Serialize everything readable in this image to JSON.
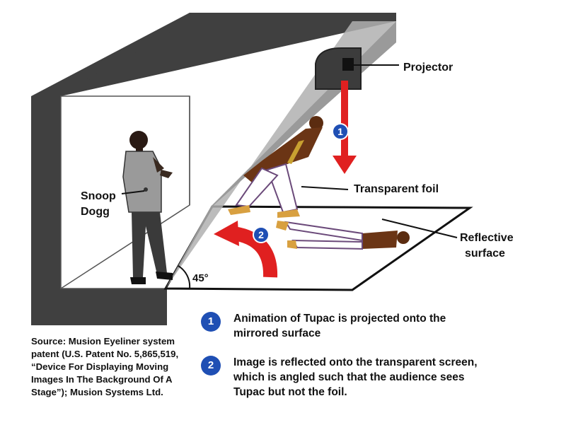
{
  "labels": {
    "projector": "Projector",
    "transparent_foil": "Transparent foil",
    "reflective_surface_line1": "Reflective",
    "reflective_surface_line2": "surface",
    "performer_line1": "Snoop",
    "performer_line2": "Dogg",
    "angle": "45°"
  },
  "markers": {
    "step1": "1",
    "step2": "2"
  },
  "legend": [
    {
      "number": "1",
      "text": "Animation of Tupac is projected onto the mirrored surface"
    },
    {
      "number": "2",
      "text": "Image is reflected onto the transparent screen, which is angled such that the audience sees Tupac but not the foil."
    }
  ],
  "source": "Source: Musion Eyeliner system patent (U.S. Patent No. 5,865,519, “Device For Displaying Moving Images In The Background Of A Stage”); Musion Systems Ltd.",
  "colors": {
    "stage_dark": "#404040",
    "foil": "#b0b0b0",
    "arrow": "#e02020",
    "badge": "#1f4fb4"
  }
}
